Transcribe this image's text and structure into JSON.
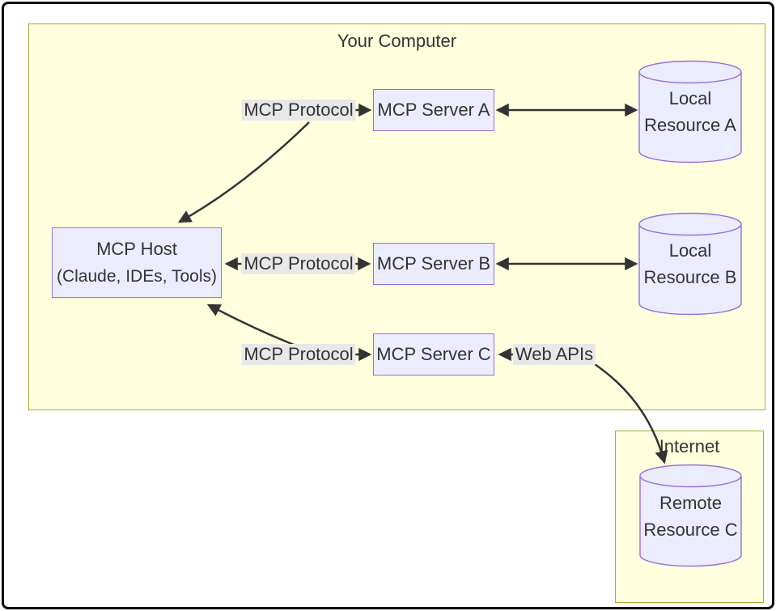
{
  "diagram": {
    "title": "MCP architecture diagram",
    "clusters": {
      "your_computer": {
        "label": "Your Computer"
      },
      "internet": {
        "label": "Internet"
      }
    },
    "nodes": {
      "mcp_host": {
        "line1": "MCP Host",
        "line2": "(Claude, IDEs, Tools)"
      },
      "server_a": {
        "label": "MCP Server A"
      },
      "server_b": {
        "label": "MCP Server B"
      },
      "server_c": {
        "label": "MCP Server C"
      },
      "resource_a": {
        "line1": "Local",
        "line2": "Resource A"
      },
      "resource_b": {
        "line1": "Local",
        "line2": "Resource B"
      },
      "resource_c": {
        "line1": "Remote",
        "line2": "Resource C"
      }
    },
    "edge_labels": {
      "protocol_a": "MCP Protocol",
      "protocol_b": "MCP Protocol",
      "protocol_c": "MCP Protocol",
      "web_apis": "Web APIs"
    },
    "colors": {
      "cluster_fill": "#ffffde",
      "cluster_border": "#aaaa33",
      "node_fill": "#ECECFF",
      "node_border": "#9370DB",
      "edge_stroke": "#333333",
      "edge_label_bg": "#e8e8e8",
      "text": "#333333",
      "frame_border": "#111111",
      "background": "#ffffff"
    }
  }
}
